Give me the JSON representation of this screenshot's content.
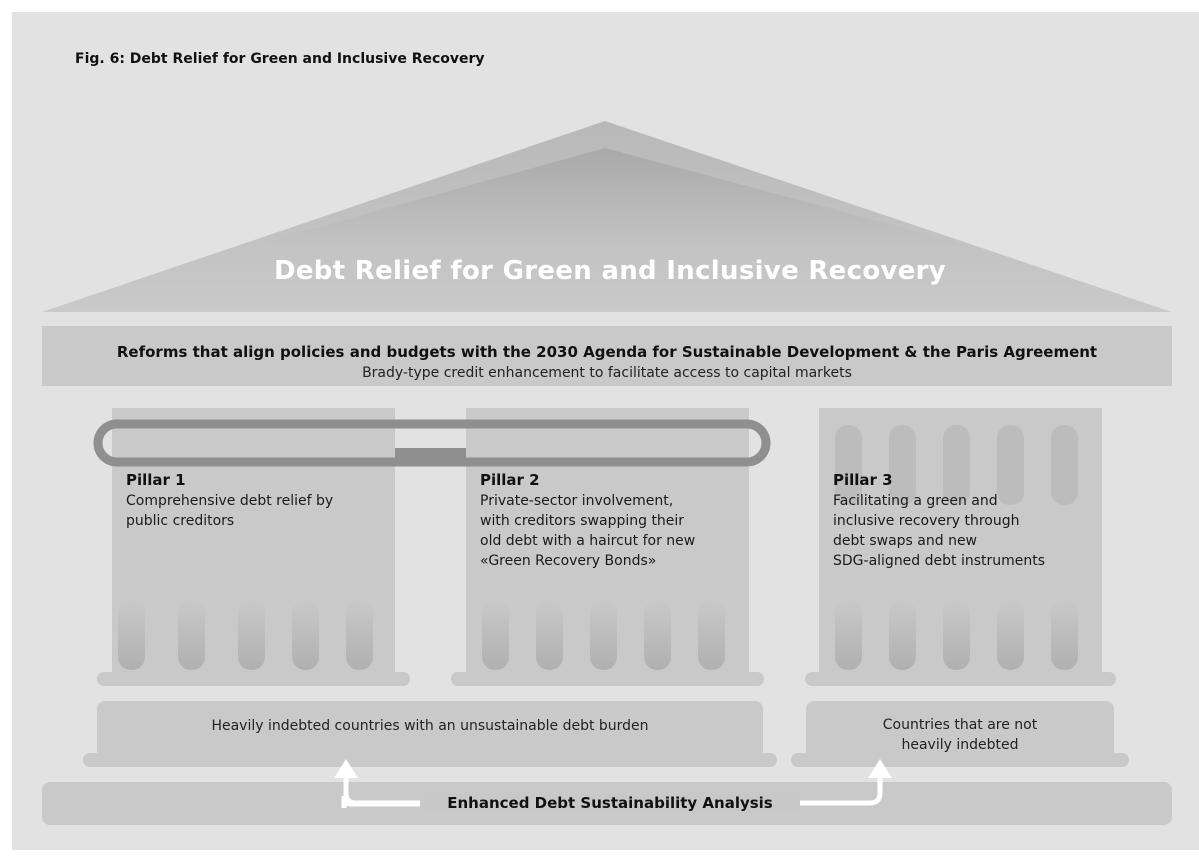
{
  "figure_title": "Fig. 6: Debt Relief for Green and Inclusive Recovery",
  "roof": {
    "title": "Debt Relief for Green and Inclusive Recovery"
  },
  "beam": {
    "line1": "Reforms that align policies and budgets with the 2030 Agenda for Sustainable Development & the Paris Agreement",
    "line2": "Brady-type credit enhancement to facilitate access to capital markets"
  },
  "pillars": [
    {
      "title": "Pillar 1",
      "lines": [
        "Comprehensive debt relief by",
        "public creditors"
      ]
    },
    {
      "title": "Pillar 2",
      "lines": [
        "Private-sector involvement,",
        "with creditors swapping their",
        "old debt with a haircut for new",
        "«Green Recovery Bonds»"
      ]
    },
    {
      "title": "Pillar 3",
      "lines": [
        "Facilitating a green and",
        "inclusive recovery through",
        "debt swaps and new",
        "SDG-aligned debt instruments"
      ]
    }
  ],
  "bases": {
    "left": "Heavily indebted countries with an unsustainable debt burden",
    "right_lines": [
      "Countries that are not",
      "heavily indebted"
    ]
  },
  "foundation": {
    "label": "Enhanced Debt Sustainability Analysis"
  },
  "colors": {
    "panel_bg": "#e2e2e2",
    "structure": "#c9c9c9",
    "roof_inner": "#d0d0d0",
    "column_flute": "#b5b5b5",
    "band": "#8f8f8f",
    "arrow": "#ffffff"
  }
}
